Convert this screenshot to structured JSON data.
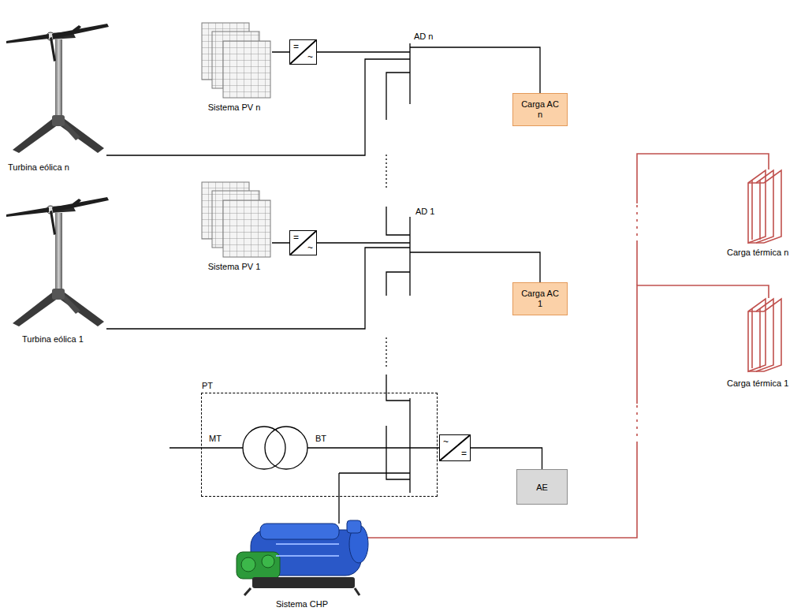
{
  "diagram": {
    "nodes": [
      {
        "text": [
          "=",
          "~"
        ]
      },
      {
        "text": [
          "Carga AC n"
        ]
      },
      {
        "text": [
          "=",
          "~"
        ]
      },
      {
        "text": [
          "Carga AC 1"
        ]
      },
      {
        "text": [
          "PT"
        ]
      },
      {
        "text": [
          "~",
          "="
        ]
      },
      {
        "text": [
          "AE"
        ]
      }
    ],
    "edges": [
      {
        "from": 5,
        "to": 6,
        "arrow": "none"
      }
    ],
    "labels": [
      "Turbina eólica n",
      "Sistema PV n",
      "AD n",
      "Turbina eólica 1",
      "Sistema PV 1",
      "AD 1",
      "MT",
      "BT",
      "Carga térmica n",
      "Carga térmica 1",
      "Sistema CHP"
    ]
  }
}
